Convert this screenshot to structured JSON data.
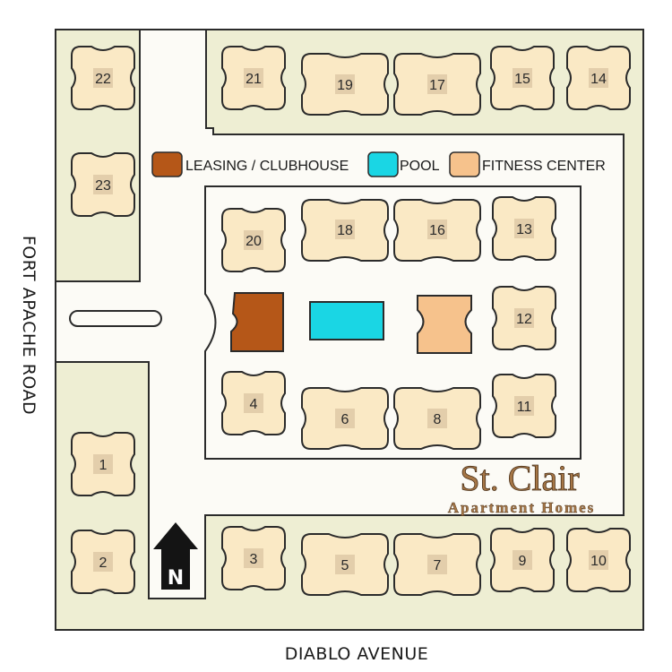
{
  "streets": {
    "west": "FORT APACHE ROAD",
    "south": "DIABLO AVENUE"
  },
  "legend": {
    "leasing": "LEASING / CLUBHOUSE",
    "pool": "POOL",
    "fitness": "FITNESS CENTER"
  },
  "brand": {
    "name": "St. Clair",
    "tagline": "Apartment Homes"
  },
  "north_label": "N",
  "buildings": [
    "1",
    "2",
    "3",
    "4",
    "5",
    "6",
    "7",
    "8",
    "9",
    "10",
    "11",
    "12",
    "13",
    "14",
    "15",
    "16",
    "17",
    "18",
    "19",
    "20",
    "21",
    "22",
    "23"
  ],
  "colors": {
    "site": "#eeeed3",
    "road": "#fcfbf6",
    "building": "#fae9c5",
    "building_plate": "#e3ceab",
    "leasing": "#b55718",
    "pool": "#1ad6e4",
    "fitness": "#f6c28c",
    "brand": "#a57646"
  }
}
